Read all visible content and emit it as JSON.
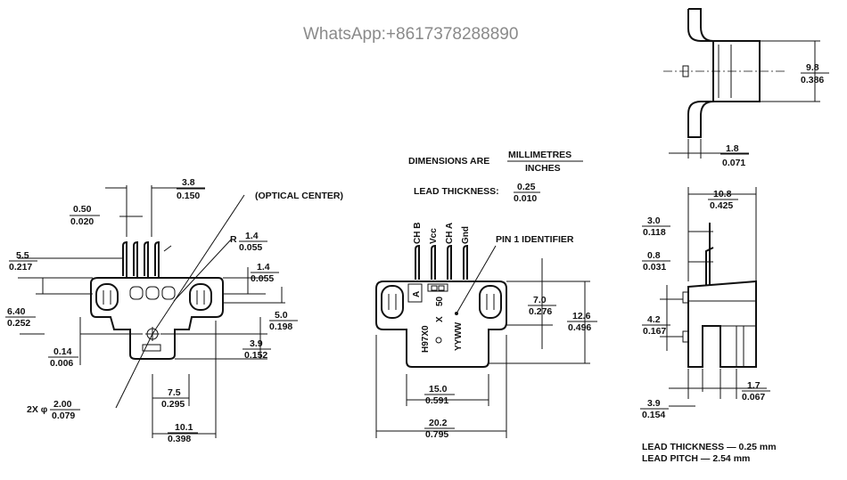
{
  "watermark": "WhatsApp:+8617378288890",
  "header": {
    "dimensions_are": "DIMENSIONS ARE",
    "units_top": "MILLIMETRES",
    "units_bottom": "INCHES",
    "lead_thickness_label": "LEAD THICKNESS:",
    "lead_thickness_mm": "0.25",
    "lead_thickness_in": "0.010"
  },
  "left_view": {
    "optical_center": "(OPTICAL CENTER)",
    "d_3_8": [
      "3.8",
      "0.150"
    ],
    "d_0_50": [
      "0.50",
      "0.020"
    ],
    "d_5_5": [
      "5.5",
      "0.217"
    ],
    "radius_prefix": "R",
    "d_r_1_4": [
      "1.4",
      "0.055"
    ],
    "d_1_4": [
      "1.4",
      "0.055"
    ],
    "d_6_40": [
      "6.40",
      "0.252"
    ],
    "d_5_0": [
      "5.0",
      "0.198"
    ],
    "d_3_9": [
      "3.9",
      "0.152"
    ],
    "d_0_14": [
      "0.14",
      "0.006"
    ],
    "d_7_5": [
      "7.5",
      "0.295"
    ],
    "hole_prefix": "2X φ",
    "d_2_00": [
      "2.00",
      "0.079"
    ],
    "d_10_1": [
      "10.1",
      "0.398"
    ]
  },
  "middle_view": {
    "pins": [
      "CH B",
      "Vcc",
      "CH A",
      "Gnd"
    ],
    "pin1_identifier": "PIN 1 IDENTIFIER",
    "marking_a": "A",
    "marking_main": "H97X0",
    "marking_x": "X",
    "marking_50": "50",
    "marking_date": "YYWW",
    "d_7_0": [
      "7.0",
      "0.276"
    ],
    "d_12_6": [
      "12.6",
      "0.496"
    ],
    "d_15_0": [
      "15.0",
      "0.591"
    ],
    "d_20_2": [
      "20.2",
      "0.795"
    ]
  },
  "top_right_view": {
    "d_9_8": [
      "9.8",
      "0.386"
    ],
    "d_1_8": [
      "1.8",
      "0.071"
    ]
  },
  "bottom_right_view": {
    "d_10_8": [
      "10.8",
      "0.425"
    ],
    "d_3_0": [
      "3.0",
      "0.118"
    ],
    "d_0_8": [
      "0.8",
      "0.031"
    ],
    "d_4_2": [
      "4.2",
      "0.167"
    ],
    "d_1_7": [
      "1.7",
      "0.067"
    ],
    "d_3_9": [
      "3.9",
      "0.154"
    ],
    "note_thickness": "LEAD THICKNESS — 0.25 mm",
    "note_pitch": "LEAD PITCH — 2.54 mm"
  }
}
